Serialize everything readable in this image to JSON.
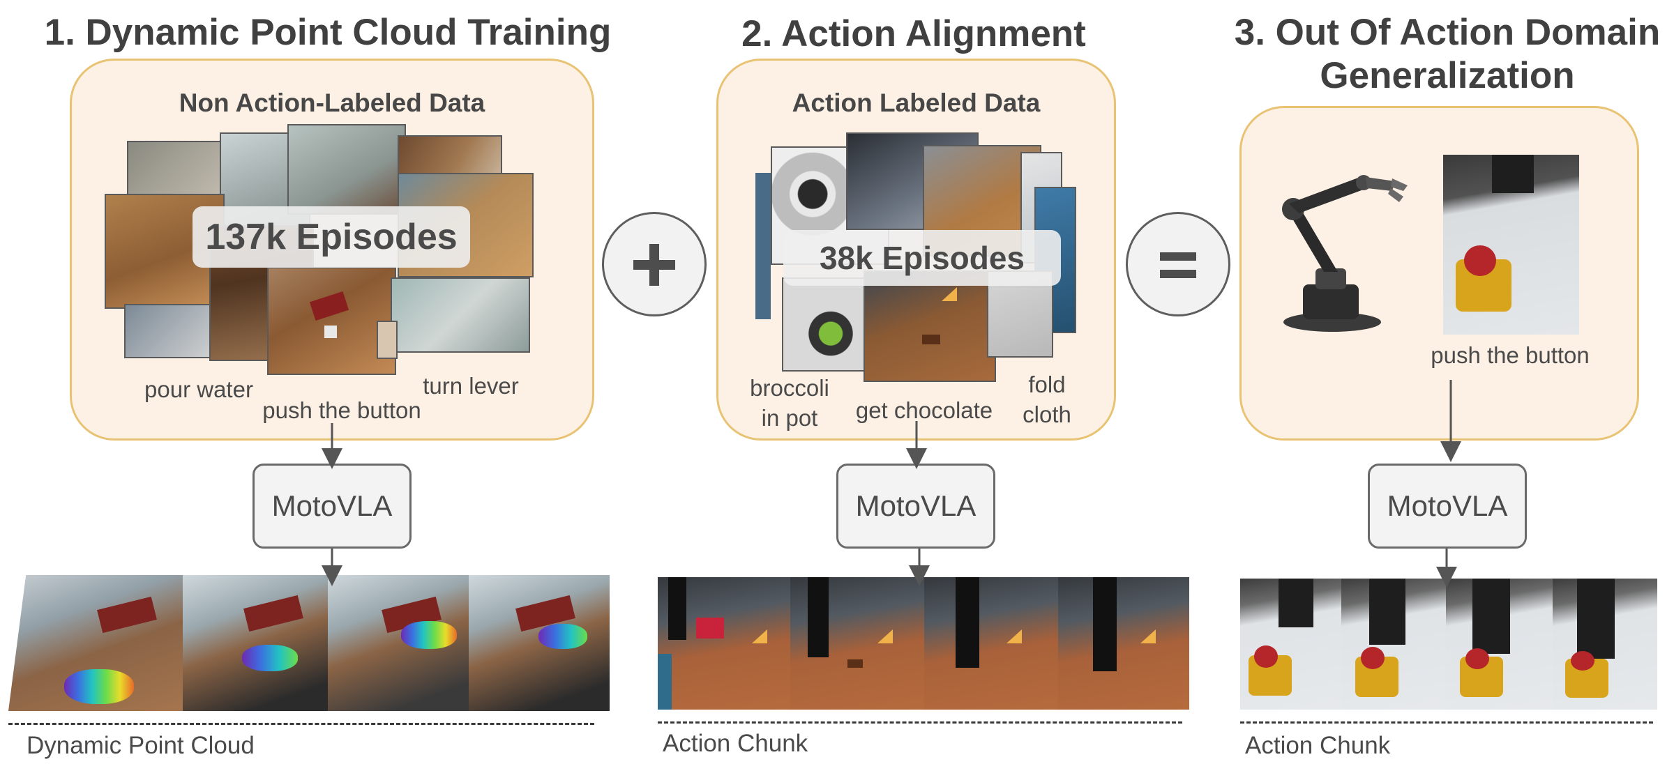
{
  "colors": {
    "panel_bg": "#fdf0e4",
    "panel_border": "#e8c373",
    "text": "#404040",
    "arrow": "#555555"
  },
  "stages": [
    {
      "title": "1. Dynamic Point Cloud Training",
      "panel_title": "Non Action-Labeled Data",
      "badge": "137k Episodes",
      "captions": [
        "pour water",
        "push the button",
        "turn lever"
      ],
      "model": "MotoVLA",
      "output_label": "Dynamic Point Cloud"
    },
    {
      "title": "2. Action Alignment",
      "panel_title": "Action Labeled Data",
      "badge": "38k Episodes",
      "captions": [
        "broccoli in pot",
        "get chocolate",
        "fold cloth"
      ],
      "model": "MotoVLA",
      "output_label": "Action Chunk"
    },
    {
      "title": "3. Out Of Action Domain Generalization",
      "captions": [
        "push the button"
      ],
      "model": "MotoVLA",
      "output_label": "Action Chunk"
    }
  ],
  "operators": {
    "plus": "+",
    "equals": "="
  },
  "icons": [
    "plus-icon",
    "equals-icon",
    "robot-arm-icon"
  ]
}
